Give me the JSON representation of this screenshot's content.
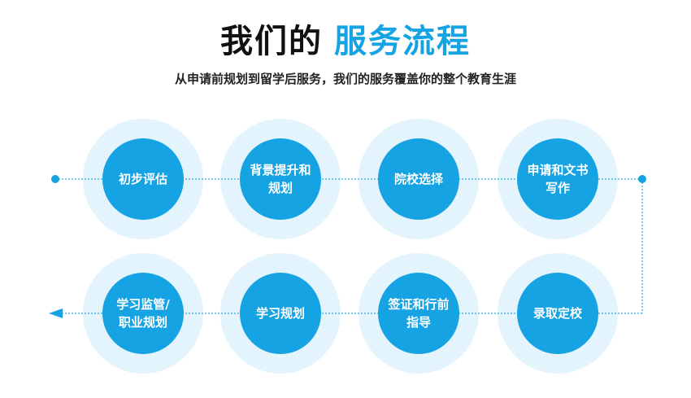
{
  "title": {
    "part1": "我们的",
    "part2": "服务流程"
  },
  "subtitle": "从申请前规划到留学后服务，我们的服务覆盖你的整个教育生涯",
  "colors": {
    "accent": "#16a3e3",
    "halo": "#e3f4fc",
    "line": "#4fb8e6"
  },
  "steps": [
    {
      "label": "初步评估"
    },
    {
      "label": "背景提升和规划"
    },
    {
      "label": "院校选择"
    },
    {
      "label": "申请和文书写作"
    },
    {
      "label": "录取定校"
    },
    {
      "label": "签证和行前指导"
    },
    {
      "label": "学习规划"
    },
    {
      "label": "学习监管/职业规划"
    }
  ]
}
